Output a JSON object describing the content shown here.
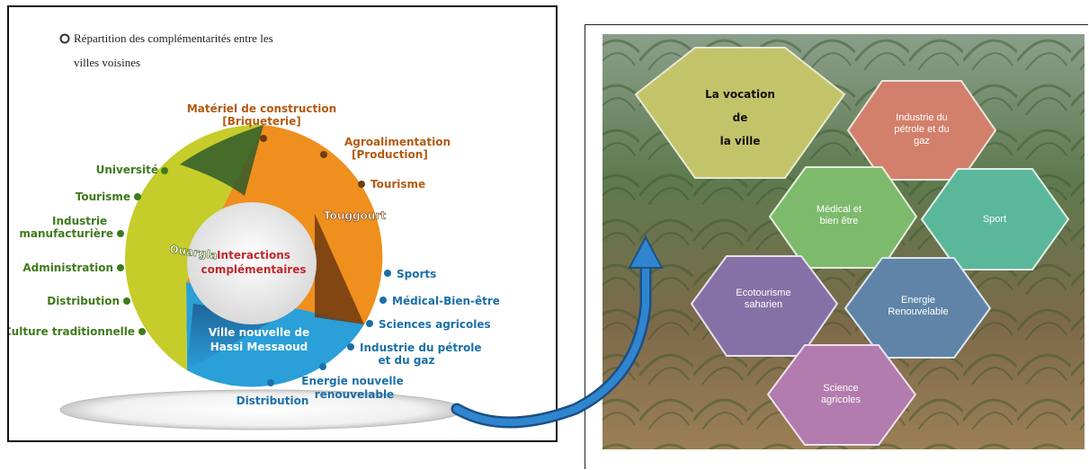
{
  "left_diagram": {
    "header_line1": "Répartition des complémentarités entre les",
    "header_line2": "villes voisines",
    "center_line1": "Interactions",
    "center_line2": "complémentaires",
    "ouargla": {
      "name": "Ouargla",
      "items": [
        "Université",
        "Tourisme",
        "Industrie",
        "manufacturière",
        "Administration",
        "Distribution",
        "Culture traditionnelle"
      ]
    },
    "touggourt": {
      "name": "Touggourt",
      "items": [
        "Matériel de construction",
        "[Briqueterie]",
        "Agroalimentation",
        "[Production]",
        "Tourisme"
      ]
    },
    "hassi": {
      "name_line1": "Ville nouvelle de",
      "name_line2": "Hassi Messaoud",
      "items": [
        "Sports",
        "Médical-Bien-être",
        "Sciences agricoles",
        "Industrie du pétrole",
        "et du gaz",
        "Energie nouvelle",
        "renouvelable",
        "Distribution"
      ]
    },
    "colors": {
      "ouargla": "#c6cc2a",
      "touggourt": "#ef8f1e",
      "hassi": "#2a9fd8",
      "center_text": "#c0282d",
      "ouargla_text": "#3f7a1c",
      "touggourt_text": "#b35a10",
      "hassi_text": "#1b6fa8"
    }
  },
  "right_diagram": {
    "hexagons": [
      {
        "id": "vocation",
        "lines": [
          "La vocation",
          "de",
          "la ville"
        ],
        "color": "#c3c46a"
      },
      {
        "id": "industrie",
        "lines": [
          "Industrie du",
          "pétrole et du",
          "gaz"
        ],
        "color": "#d2806c"
      },
      {
        "id": "medical",
        "lines": [
          "Médical et",
          "bien être"
        ],
        "color": "#7dba6c"
      },
      {
        "id": "sport",
        "lines": [
          "Sport"
        ],
        "color": "#5bb79a"
      },
      {
        "id": "ecotourisme",
        "lines": [
          "Ecotourisme",
          "saharien"
        ],
        "color": "#8671a6"
      },
      {
        "id": "energie",
        "lines": [
          "Energie",
          "Renouvelable"
        ],
        "color": "#5f84a8"
      },
      {
        "id": "science",
        "lines": [
          "Science",
          "agricoles"
        ],
        "color": "#b27cae"
      }
    ]
  },
  "arrow": {
    "color": "#2576be"
  }
}
